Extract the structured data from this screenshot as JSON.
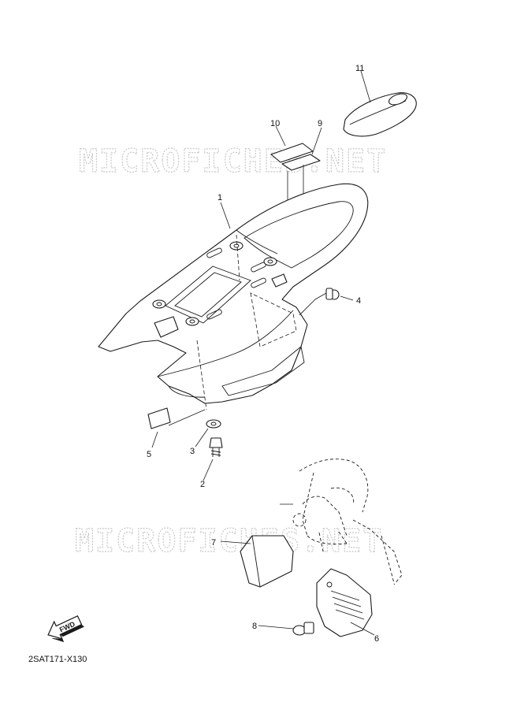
{
  "watermark": {
    "text": "MICROFICHES.NET"
  },
  "callouts": [
    {
      "id": "c1",
      "label": "1"
    },
    {
      "id": "c2",
      "label": "2"
    },
    {
      "id": "c3",
      "label": "3"
    },
    {
      "id": "c4",
      "label": "4"
    },
    {
      "id": "c5",
      "label": "5"
    },
    {
      "id": "c6",
      "label": "6"
    },
    {
      "id": "c7",
      "label": "7"
    },
    {
      "id": "c8",
      "label": "8"
    },
    {
      "id": "c9",
      "label": "9"
    },
    {
      "id": "c10",
      "label": "10"
    },
    {
      "id": "c11",
      "label": "11"
    }
  ],
  "fwd_badge": {
    "label": "FWD"
  },
  "diagram_code": "2SAT171-X130",
  "colors": {
    "line": "#1a1a1a",
    "watermark": "#c8c8c8",
    "background": "#ffffff"
  }
}
